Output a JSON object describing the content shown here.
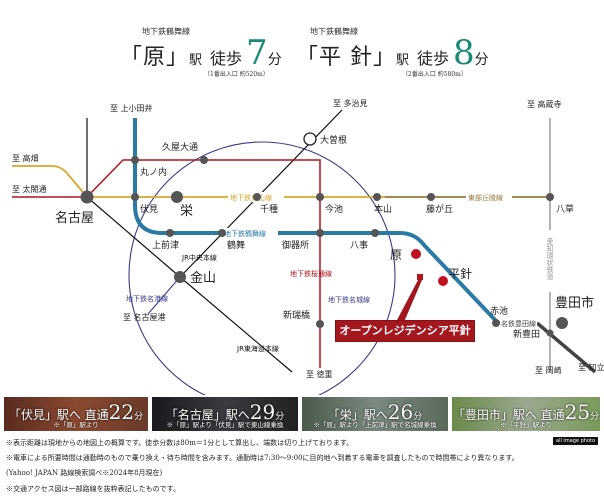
{
  "header": {
    "stations": [
      {
        "line": "地下鉄鶴舞線",
        "name": "「原」",
        "eki": "駅",
        "walk": "徒歩",
        "minutes": "7",
        "fun": "分",
        "note": "（1番出入口 約520m）"
      },
      {
        "line": "地下鉄鶴舞線",
        "name": "「平 針」",
        "eki": "駅",
        "walk": "徒歩",
        "minutes": "8",
        "fun": "分",
        "note": "（2番出入口 約580m）"
      }
    ]
  },
  "map": {
    "colors": {
      "tsurumai": "#2a7aa6",
      "higashiyama": "#d9a62a",
      "sakuradori": "#b0141c",
      "meijo": "#3a3a8a",
      "jr": "#111111",
      "tobu_kyuryo": "#9a7a3a",
      "aikan": "#aaaaaa",
      "meitetsu": "#444444",
      "station": "#555555",
      "target": "#c0121c",
      "accent": "#1a8a78"
    },
    "directions": {
      "kamiotai": "至 上小田井",
      "takabata": "至 高畑",
      "taikodori": "至 太閤通",
      "tajimi": "至 多治見",
      "kozoji": "至 高蔵寺",
      "nagoyako": "至 名古屋港",
      "tokushige": "至 徳重",
      "okazaki": "至 岡崎",
      "chiryu": "至 知立"
    },
    "stations": {
      "nagoya": "名古屋",
      "marunouchi": "丸ノ内",
      "fushimi": "伏見",
      "sakae": "栄",
      "hisaya": "久屋大通",
      "ozone": "大曽根",
      "chikusa": "千種",
      "imaike": "今池",
      "motoyama": "本山",
      "fujigaoka": "藤が丘",
      "yakusa": "八草",
      "kamimaezu": "上前津",
      "tsurumai": "鶴舞",
      "gokiso": "御器所",
      "yagoto": "八事",
      "hara": "原",
      "hirabari": "平針",
      "kanayama": "金山",
      "aratamabashi": "新瑞橋",
      "akaike": "赤池",
      "toyotashi": "豊田市",
      "shintoyota": "新豊田"
    },
    "line_labels": {
      "higashiyama": "地下鉄東山線",
      "tsurumai": "地下鉄鶴舞線",
      "tobu_kyuryo": "東部丘陵線",
      "aikan": "愛知環状鉄道",
      "jr_chuo": "JR中央本線",
      "sakuradori": "地下鉄桜通線",
      "meiko": "地下鉄名港線",
      "meijo": "地下鉄名城線",
      "jr_tokaido": "JR東海道本線",
      "meitetsu_toyota": "名鉄豊田線"
    },
    "property_label": "オープンレジデンシア平針"
  },
  "photos": [
    {
      "title": "「伏見」駅へ 直通",
      "minutes": "22",
      "fun": "分",
      "sub": "※「原」駅より",
      "bg": "#6a3a2a"
    },
    {
      "title": "「名古屋」駅へ",
      "minutes": "29",
      "fun": "分",
      "sub": "※「原」駅より「伏見」駅で東山線乗換",
      "bg": "#2a2a2e"
    },
    {
      "title": "「栄」駅へ",
      "minutes": "26",
      "fun": "分",
      "sub": "※「原」駅より「上前津」駅で名城線乗換",
      "bg": "#5a6a5a"
    },
    {
      "title": "「豊田市」駅へ 直通",
      "minutes": "25",
      "fun": "分",
      "sub": "※「平針」駅より",
      "bg": "#7a8a5a"
    }
  ],
  "photo_badge": "all image photo",
  "notes": [
    "※表示距離は現地からの地図上の概算です。徒歩分数は80m＝1分として算出し、端数は切り上げております。",
    "※電車による所要時間は通勤時のもので乗り換え・待ち時間を含みます。通勤時は7:30～9:00に目的地へ到着する電車を調査したもので時間帯により異なります。",
    "(Yahoo! JAPAN 路線検索調べ※2024年8月現在)",
    "※交通アクセス図は一部路線を抜粋表記したものです。"
  ]
}
